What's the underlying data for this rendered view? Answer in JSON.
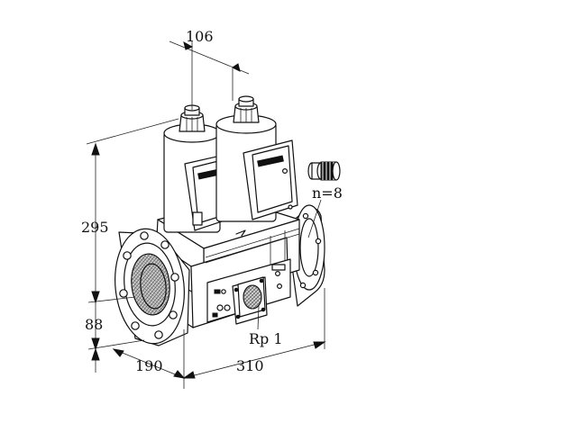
{
  "dimensions": {
    "top_width": "106",
    "height": "295",
    "base_height": "88",
    "depth": "190",
    "length": "310"
  },
  "labels": {
    "pipe_thread": "Rp 1",
    "count": "n=8"
  }
}
